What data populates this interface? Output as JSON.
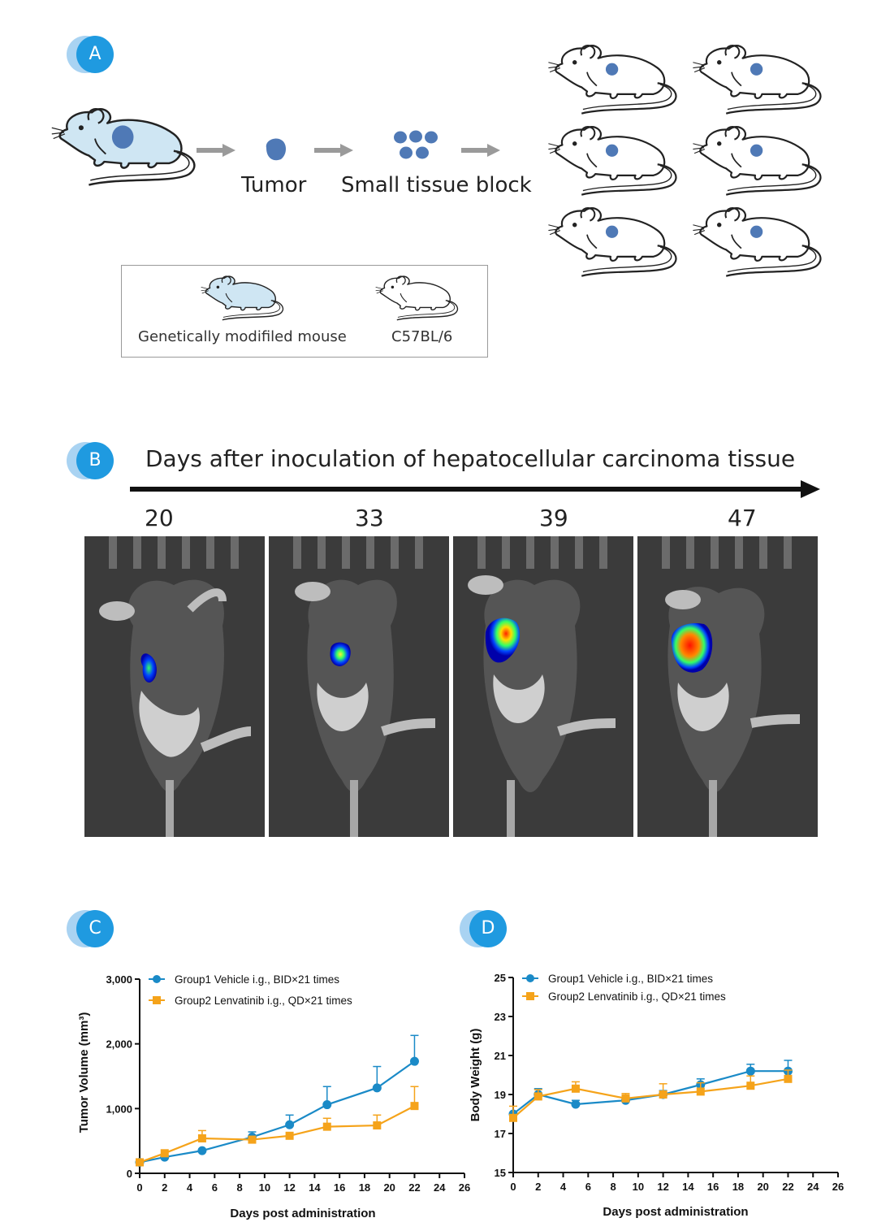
{
  "panel_a": {
    "badge": "A",
    "step_tumor": "Tumor",
    "step_block": "Small tissue block",
    "legend": {
      "gm_mouse": "Genetically modifiled mouse",
      "wild_type": "C57BL/6"
    }
  },
  "panel_b": {
    "badge": "B",
    "title": "Days after inoculation of hepatocellular carcinoma tissue",
    "days": [
      "20",
      "33",
      "39",
      "47"
    ]
  },
  "panel_c": {
    "badge": "C",
    "legend1": "Group1 Vehicle i.g., BID×21 times",
    "legend2": "Group2  Lenvatinib i.g., QD×21 times",
    "ylabel": "Tumor Volume (mm³)",
    "xlabel": "Days post administration"
  },
  "panel_d": {
    "badge": "D",
    "legend1": "Group1 Vehicle i.g., BID×21 times",
    "legend2": "Group2  Lenvatinib i.g., QD×21 times",
    "ylabel": "Body Weight (g)",
    "xlabel": "Days post administration"
  },
  "colors": {
    "badge": "#1f9ae0",
    "badge_shadow": "#a9d3f2",
    "group1": "#1a8ac7",
    "group2": "#f5a31a",
    "mouse_fill": "#cfe6f3",
    "tumor": "#4f79b6"
  },
  "chart_data": [
    {
      "type": "line",
      "ylabel": "Tumor Volume (mm³)",
      "xlabel": "Days post administration",
      "xlim": [
        0,
        26
      ],
      "xticks": [
        0,
        2,
        4,
        6,
        8,
        10,
        12,
        14,
        16,
        18,
        20,
        22,
        24,
        26
      ],
      "ylim": [
        0,
        3000
      ],
      "yticks": [
        0,
        1000,
        2000,
        3000
      ],
      "ytick_labels": [
        "0",
        "1,000",
        "2,000",
        "3,000"
      ],
      "legend_position": "top-left",
      "series": [
        {
          "name": "Group1 Vehicle i.g., BID×21 times",
          "marker": "circle",
          "x": [
            0,
            2,
            5,
            9,
            12,
            15,
            19,
            22
          ],
          "y": [
            170,
            250,
            350,
            560,
            750,
            1060,
            1320,
            1730
          ],
          "err": [
            0,
            0,
            0,
            80,
            150,
            280,
            330,
            400
          ]
        },
        {
          "name": "Group2  Lenvatinib i.g., QD×21 times",
          "marker": "square",
          "x": [
            0,
            2,
            5,
            9,
            12,
            15,
            19,
            22
          ],
          "y": [
            170,
            310,
            540,
            520,
            580,
            720,
            740,
            1040
          ],
          "err": [
            0,
            0,
            120,
            0,
            0,
            130,
            160,
            300
          ]
        }
      ]
    },
    {
      "type": "line",
      "ylabel": "Body Weight (g)",
      "xlabel": "Days post administration",
      "xlim": [
        0,
        26
      ],
      "xticks": [
        0,
        2,
        4,
        6,
        8,
        10,
        12,
        14,
        16,
        18,
        20,
        22,
        24,
        26
      ],
      "ylim": [
        15,
        25
      ],
      "yticks": [
        15,
        17,
        19,
        21,
        23,
        25
      ],
      "ytick_labels": [
        "15",
        "17",
        "19",
        "21",
        "23",
        "25"
      ],
      "legend_position": "top-left",
      "series": [
        {
          "name": "Group1 Vehicle i.g., BID×21 times",
          "marker": "circle",
          "x": [
            0,
            2,
            5,
            9,
            12,
            15,
            19,
            22
          ],
          "y": [
            18.0,
            19.0,
            18.5,
            18.7,
            19.0,
            19.5,
            20.2,
            20.2
          ],
          "err": [
            0,
            0.3,
            0.2,
            0.2,
            0.2,
            0.3,
            0.35,
            0.55
          ]
        },
        {
          "name": "Group2  Lenvatinib i.g., QD×21 times",
          "marker": "square",
          "x": [
            0,
            2,
            5,
            9,
            12,
            15,
            19,
            22
          ],
          "y": [
            17.8,
            18.9,
            19.3,
            18.8,
            19.0,
            19.15,
            19.45,
            19.8
          ],
          "err": [
            0.6,
            0.35,
            0.35,
            0.25,
            0.55,
            0.45,
            0.5,
            0.45
          ]
        }
      ]
    }
  ]
}
